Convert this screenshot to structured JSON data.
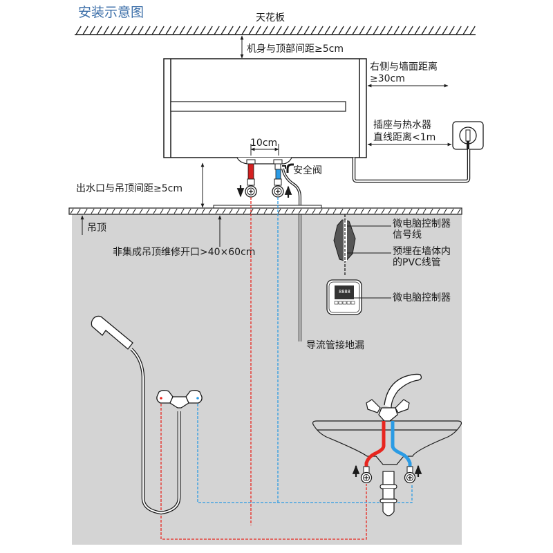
{
  "title": "安装示意图",
  "colors": {
    "title": "#3b6ea8",
    "hot": "#e8261f",
    "cold": "#2b9be4",
    "wall": "#d4d4d4",
    "line": "#1a1a1a"
  },
  "labels": {
    "ceiling": "天花板",
    "top_clearance": "机身与顶部间距≥5cm",
    "right_clearance_line1": "右侧与墙面距离",
    "right_clearance_line2": "≥30cm",
    "socket_distance_line1": "插座与热水器",
    "socket_distance_line2": "直线距离<1m",
    "pipe_spacing": "10cm",
    "safety_valve": "安全阀",
    "outlet_clearance": "出水口与吊顶间距≥5cm",
    "suspended_ceiling": "吊顶",
    "maintenance_opening": "非集成吊顶维修开口>40×60cm",
    "controller_signal_line1": "微电脑控制器",
    "controller_signal_line2": "信号线",
    "pvc_conduit_line1": "预埋在墙体内",
    "pvc_conduit_line2": "的PVC线管",
    "controller": "微电脑控制器",
    "drain_pipe": "导流管接地漏",
    "controller_display": "8888"
  }
}
